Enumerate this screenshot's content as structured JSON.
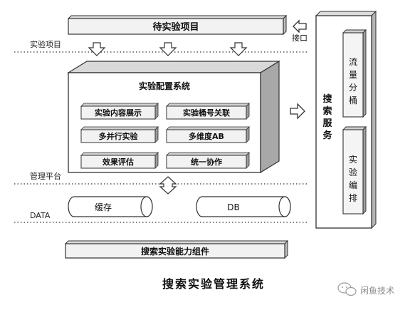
{
  "diagram": {
    "top_bar": "待实验项目",
    "interface_label": "接口",
    "layers": {
      "experiment_items": "实验项目",
      "management_platform": "管理平台",
      "data": "DATA"
    },
    "config_system": {
      "title": "实验配置系统",
      "modules": [
        "实验内容展示",
        "实验桶号关联",
        "多并行实验",
        "多维度AB",
        "效果评估",
        "统一协作"
      ]
    },
    "search_service": {
      "title": [
        "搜",
        "索",
        "服",
        "务"
      ],
      "traffic_split": [
        "流",
        "量",
        "分",
        "桶"
      ],
      "experiment_arrange": [
        "实",
        "验",
        "编",
        "排"
      ]
    },
    "storage": {
      "cache": "缓存",
      "db": "DB"
    },
    "bottom_bar": "搜索实验能力组件",
    "caption": "搜索实验管理系统",
    "watermark": "闲鱼技术"
  }
}
